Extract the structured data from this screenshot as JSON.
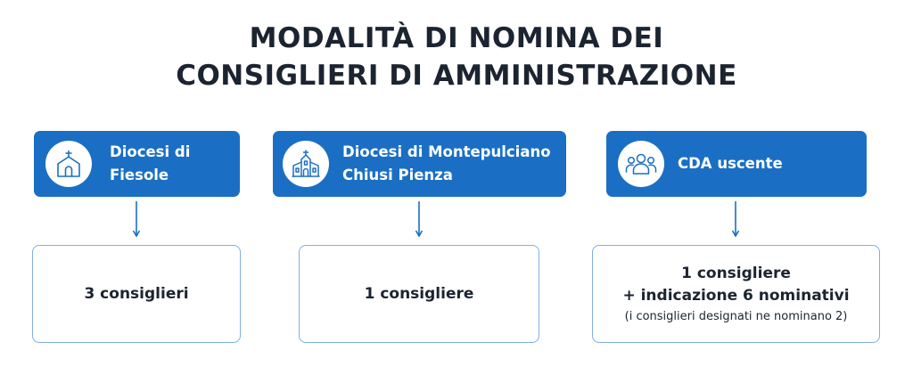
{
  "title": {
    "line1": "MODALITÀ DI NOMINA DEI",
    "line2": "CONSIGLIERI DI AMMINISTRAZIONE"
  },
  "colors": {
    "accent": "#1a6fc4",
    "border": "#7fb0e2",
    "text": "#1b2430"
  },
  "columns": [
    {
      "icon": "church-icon",
      "source_line1": "Diocesi di",
      "source_line2": "Fiesole",
      "result_line1": "3 consiglieri",
      "result_line2": "",
      "result_note": ""
    },
    {
      "icon": "cathedral-icon",
      "source_line1": "Diocesi di Montepulciano",
      "source_line2": "Chiusi Pienza",
      "result_line1": "1 consigliere",
      "result_line2": "",
      "result_note": ""
    },
    {
      "icon": "people-group-icon",
      "source_line1": "CDA uscente",
      "source_line2": "",
      "result_line1": "1 consigliere",
      "result_line2": "+ indicazione 6 nominativi",
      "result_note": "(i consiglieri designati ne nominano 2)"
    }
  ]
}
